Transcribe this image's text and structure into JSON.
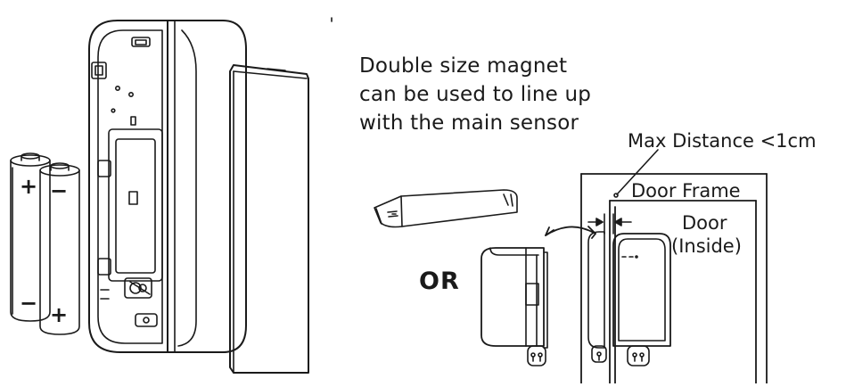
{
  "caption": {
    "line1": "Double size magnet",
    "line2": "can be used to line up",
    "line3": "with the main sensor"
  },
  "labels": {
    "max_distance": "Max Distance <1cm",
    "door_frame": "Door Frame",
    "door_line1": "Door",
    "door_line2": "(Inside)",
    "or": "OR"
  },
  "battery_signs": {
    "left_top": "+",
    "left_bottom": "−",
    "right_top": "−",
    "right_bottom": "+"
  },
  "colors": {
    "line": "#1a1a1a",
    "background": "#ffffff"
  }
}
